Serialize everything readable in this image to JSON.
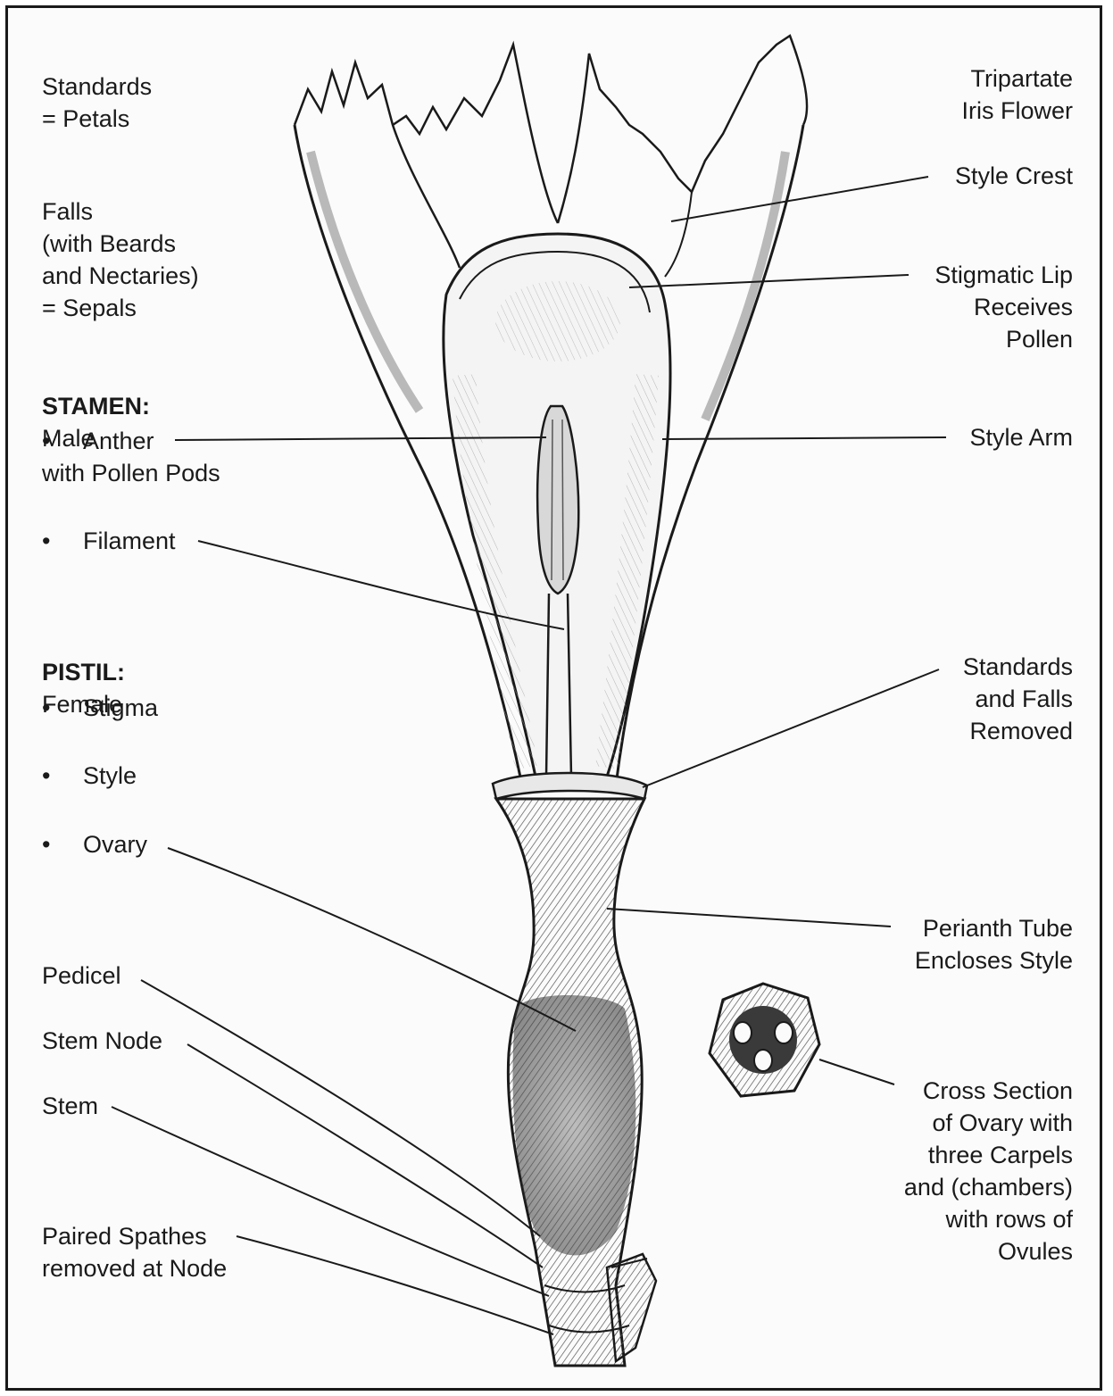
{
  "left_labels": {
    "standards": "Standards\n= Petals",
    "falls": "Falls\n(with Beards\nand Nectaries)\n= Sepals",
    "stamen_heading": "STAMEN:",
    "stamen_sex": "Male",
    "anther": "Anther",
    "anther_note": "with Pollen Pods",
    "filament": "Filament",
    "pistil_heading": "PISTIL:",
    "pistil_sex": "Female",
    "stigma": "Stigma",
    "style": "Style",
    "ovary": "Ovary",
    "pedicel": "Pedicel",
    "stem_node": "Stem Node",
    "stem": "Stem",
    "paired_spathes": "Paired Spathes\nremoved at Node"
  },
  "right_labels": {
    "tripartate": "Tripartate\nIris Flower",
    "style_crest": "Style Crest",
    "stigmatic_lip": "Stigmatic Lip\nReceives\nPollen",
    "style_arm": "Style Arm",
    "standards_falls_removed": "Standards\nand Falls\nRemoved",
    "perianth_tube": "Perianth Tube\nEncloses Style",
    "cross_section": "Cross Section\nof Ovary with\nthree Carpels\nand (chambers)\nwith rows of\nOvules"
  }
}
